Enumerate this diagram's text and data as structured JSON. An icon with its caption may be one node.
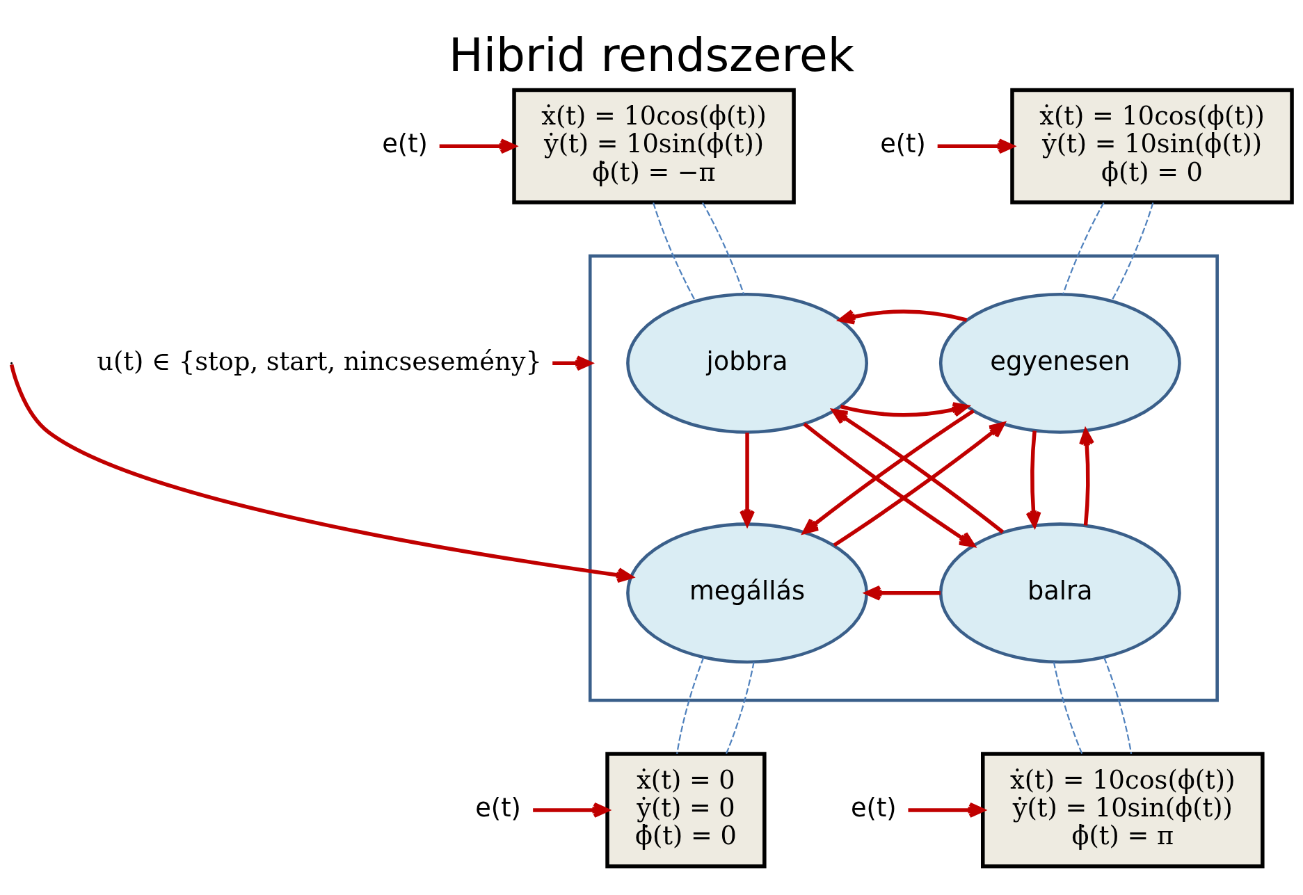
{
  "diagram": {
    "title": "Hibrid rendszerek",
    "nodes": [
      {
        "text": [],
        "shape": "box"
      },
      {
        "text": [
          "jobbra"
        ],
        "in": 0
      },
      {
        "text": [
          "egyenesen"
        ],
        "in": 0
      },
      {
        "text": [
          "megállás"
        ],
        "in": 0
      },
      {
        "text": [
          "balra"
        ],
        "in": 0
      },
      {
        "text": [
          "u(t) ∈ {stop, start, nincsesemény}"
        ]
      },
      {
        "text": [
          "ẋ(t) = 10cos(ϕ(t))",
          "ẏ(t) = 10sin(ϕ(t))",
          "ϕ̇(t) = −π"
        ]
      },
      {
        "text": [
          "e(t)"
        ]
      },
      {
        "text": [
          "ẋ(t) = 10cos(ϕ(t))",
          "ẏ(t) = 10sin(ϕ(t))",
          "ϕ̇(t) = 0"
        ]
      },
      {
        "text": [
          "e(t)"
        ]
      },
      {
        "text": [
          "ẋ(t) = 0",
          "ẏ(t) = 0",
          "ϕ̇(t) = 0"
        ]
      },
      {
        "text": [
          "e(t)"
        ]
      },
      {
        "text": [
          "ẋ(t) = 10cos(ϕ(t))",
          "ẏ(t) = 10sin(ϕ(t))",
          "ϕ̇(t) = π"
        ]
      },
      {
        "text": [
          "e(t)"
        ]
      }
    ],
    "edges": [
      {
        "from": 1,
        "to": 2,
        "arrow": "to"
      },
      {
        "from": 2,
        "to": 1,
        "arrow": "to"
      },
      {
        "from": 4,
        "to": 1,
        "arrow": "to"
      },
      {
        "from": 1,
        "to": 4,
        "arrow": "to"
      },
      {
        "from": 3,
        "to": 2,
        "arrow": "to"
      },
      {
        "from": 2,
        "to": 3,
        "arrow": "to"
      },
      {
        "from": 1,
        "to": 3,
        "arrow": "to"
      },
      {
        "from": 4,
        "to": 2,
        "arrow": "to"
      },
      {
        "from": 2,
        "to": 4,
        "arrow": "to"
      },
      {
        "from": 4,
        "to": 3,
        "arrow": "to"
      },
      {
        "from": null,
        "to": 3,
        "arrow": "to"
      },
      {
        "from": 5,
        "to": 0,
        "arrow": "to"
      },
      {
        "from": 7,
        "to": 6,
        "arrow": "to"
      },
      {
        "from": 9,
        "to": 8,
        "arrow": "to"
      },
      {
        "from": 11,
        "to": 10,
        "arrow": "to"
      },
      {
        "from": 13,
        "to": 12,
        "arrow": "to"
      },
      {
        "from": 6,
        "to": 1,
        "arrow": "none",
        "style": "dashed",
        "color": "#4f81bd"
      },
      {
        "from": 6,
        "to": 1,
        "arrow": "none",
        "style": "dashed",
        "color": "#4f81bd"
      },
      {
        "from": 8,
        "to": 2,
        "arrow": "none",
        "style": "dashed",
        "color": "#4f81bd"
      },
      {
        "from": 8,
        "to": 2,
        "arrow": "none",
        "style": "dashed",
        "color": "#4f81bd"
      },
      {
        "from": 3,
        "to": 10,
        "arrow": "none",
        "style": "dashed",
        "color": "#4f81bd"
      },
      {
        "from": 3,
        "to": 10,
        "arrow": "none",
        "style": "dashed",
        "color": "#4f81bd"
      },
      {
        "from": 4,
        "to": 12,
        "arrow": "none",
        "style": "dashed",
        "color": "#4f81bd"
      },
      {
        "from": 4,
        "to": 12,
        "arrow": "none",
        "style": "dashed",
        "color": "#4f81bd"
      }
    ]
  }
}
